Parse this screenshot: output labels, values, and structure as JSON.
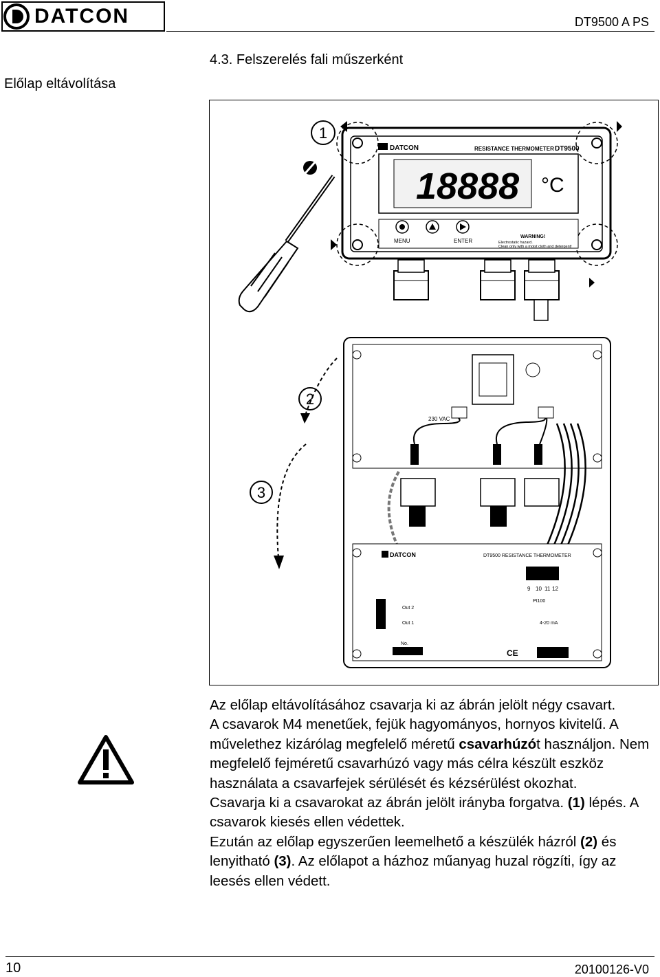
{
  "header": {
    "logo_text": "DATCON",
    "doc_id": "DT9500 A PS"
  },
  "side_title": "Előlap eltávolítása",
  "section_title": "4.3. Felszerelés fali műszerként",
  "figure": {
    "device_brand": "DATCON",
    "device_name": "RESISTANCE THERMOMETER",
    "device_model": "DT9500",
    "display_digits": "18888",
    "display_unit": "°C",
    "btn_menu": "MENU",
    "btn_enter": "ENTER",
    "warning_title": "WARNING!",
    "warning_line1": "Electrostatic hazard.",
    "warning_line2": "Clean only with a moist cloth and detergent!",
    "step1": "1",
    "step2": "2",
    "step3": "3",
    "base_brand": "DATCON",
    "base_name": "DT9500 RESISTANCE THERMOMETER",
    "terminals": [
      "9",
      "10",
      "11",
      "12"
    ],
    "pt_label": "Pt100",
    "out2": "Out 2",
    "out1": "Out 1",
    "current_label": "4-20 mA",
    "supply_label": "230 VAC",
    "no_label": "No.",
    "ce": "CE"
  },
  "body": {
    "p1": "Az előlap eltávolításához csavarja ki az ábrán jelölt négy csavart.",
    "p2a": "A csavarok M4 menetűek, fejük hagyományos, hornyos kivitelű. A művelethez kizárólag megfelelő méretű ",
    "p2b": "csavarhúzó",
    "p2c": "t használjon. Nem megfelelő fejméretű csavarhúzó vagy más célra készült eszköz használata a csavarfejek sérülését és kézsérülést okozhat.",
    "p3a": "Csavarja ki a csavarokat az ábrán jelölt irányba forgatva. ",
    "p3b": "(1)",
    "p3c": " lépés. A csavarok kiesés ellen védettek.",
    "p4a": "Ezután az előlap egyszerűen leemelhető a készülék házról ",
    "p4b": "(2)",
    "p4c": " és lenyitható ",
    "p4d": "(3)",
    "p4e": ". Az előlapot a házhoz műanyag huzal rögzíti, így az leesés ellen védett."
  },
  "footer": {
    "page_number": "10",
    "revision": "20100126-V0"
  }
}
